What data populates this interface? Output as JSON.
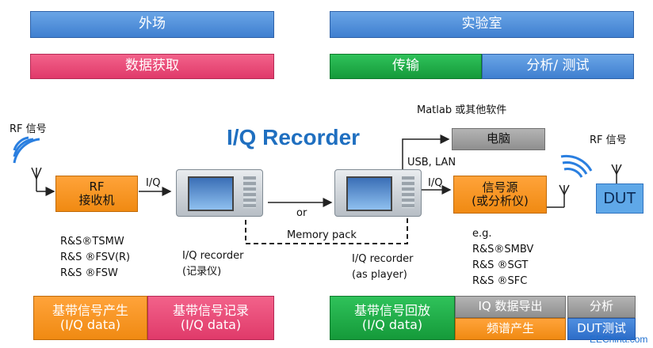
{
  "top": {
    "field": "外场",
    "lab": "实验室",
    "data_acquisition": "数据获取",
    "transfer": "传输",
    "analysis_test": "分析/ 测试"
  },
  "diagram": {
    "title": "I/Q Recorder",
    "rf_signal_left": "RF 信号",
    "rf_receiver_line1": "RF",
    "rf_receiver_line2": "接收机",
    "iq_left": "I/Q",
    "iq_right": "I/Q",
    "or": "or",
    "memory_pack": "Memory pack",
    "usb_lan": "USB, LAN",
    "matlab": "Matlab 或其他软件",
    "computer": "电脑",
    "signal_source_line1": "信号源",
    "signal_source_line2": "(或分析仪)",
    "rf_signal_right": "RF 信号",
    "dut": "DUT",
    "receivers": [
      "R&S®TSMW",
      "R&S ®FSV(R)",
      "R&S ®FSW"
    ],
    "recorder_line1": "I/Q recorder",
    "recorder_line2": "(记录仪)",
    "player_line1": "I/Q recorder",
    "player_line2": "(as player)",
    "eg": "e.g.",
    "generators": [
      "R&S®SMBV",
      "R&S ®SGT",
      "R&S ®SFC"
    ]
  },
  "bottom": {
    "baseband_gen_line1": "基带信号产生",
    "baseband_gen_line2": "(I/Q data)",
    "baseband_rec_line1": "基带信号记录",
    "baseband_rec_line2": "(I/Q data)",
    "baseband_play_line1": "基带信号回放",
    "baseband_play_line2": "(I/Q data)",
    "iq_export": "IQ 数据导出",
    "analysis": "分析",
    "spectrum_gen": "频谱产生",
    "dut_test": "DUT测试"
  },
  "watermark": "EEChina.com",
  "colors": {
    "blue": "#3f7fd0",
    "pink": "#e03a6a",
    "green": "#159a3a",
    "orange": "#f08a12",
    "gray": "#8f8f8f",
    "title_blue": "#1f6fc0",
    "dut_blue": "#5fa8e8"
  }
}
